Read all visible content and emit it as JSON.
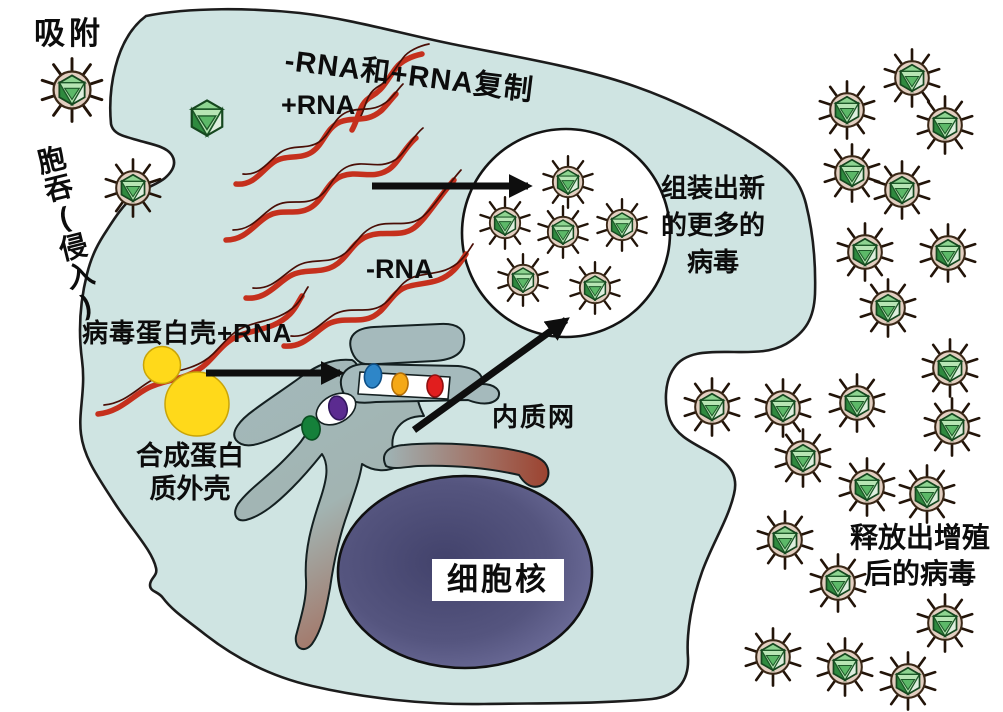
{
  "diagram": {
    "subject": "virus-replication-cycle-in-cell",
    "stages": {
      "adsorption_label": "吸附",
      "endocytosis_label": "胞吞(侵入)",
      "replication_title": "-RNA和+RNA复制",
      "plus_rna_label": "+RNA",
      "minus_rna_label": "-RNA",
      "protein_shell_rna_label": "病毒蛋白壳+RNA",
      "synthesis_line1": "合成蛋白",
      "synthesis_line2": "质外壳",
      "assembly_line1": "组装出新",
      "assembly_line2": "的更多的",
      "assembly_line3": "病毒",
      "release_line1": "释放出增殖",
      "release_line2": "后的病毒"
    },
    "organelles": {
      "nucleus_label": "细胞核",
      "er_label": "内质网"
    },
    "virus_counts": {
      "outside_right": 22,
      "in_assembly_circle": 6,
      "entering_cell": 2,
      "uncoated_inside_cell": 1
    },
    "colors": {
      "cell_fill": "#cfe4e2",
      "membrane": "#1c1c1c",
      "nucleus_outer": "#7575a5",
      "nucleus_inner": "#42426b",
      "er_gray": "#a0b6b8",
      "er_red_tip": "#9c4330",
      "rna_red": "#c5301d",
      "protein_yellow": "#ffd91a",
      "arrow_black": "#0e0e0e",
      "virus_rim": "#e3cfc1",
      "virus_greens": [
        "#8ed491",
        "#b7e5b4",
        "#2f8a3f",
        "#ddeedd"
      ],
      "er_dots": [
        "#2e86c8",
        "#f4a816",
        "#e11e1e",
        "#5b2b90",
        "#15803a"
      ]
    }
  }
}
